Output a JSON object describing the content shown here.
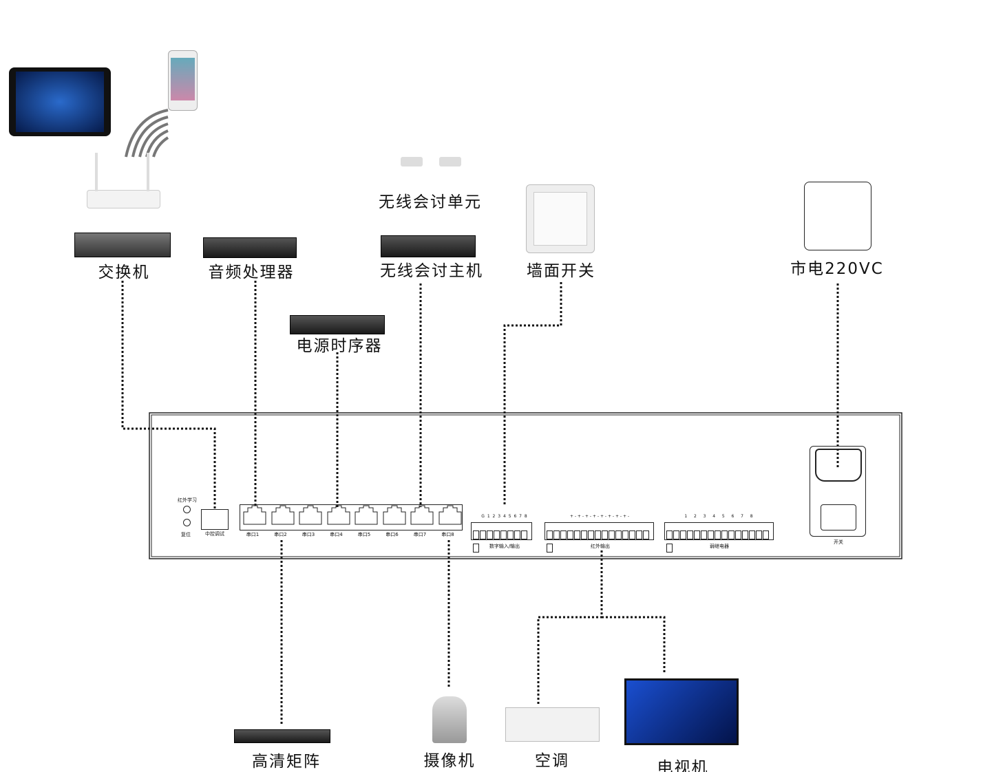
{
  "devices": {
    "switch": "交换机",
    "audio_processor": "音频处理器",
    "wireless_unit": "无线会讨单元",
    "wireless_host": "无线会讨主机",
    "wall_switch": "墙面开关",
    "mains": "市电220VC",
    "power_sequencer": "电源时序器",
    "hd_matrix": "高清矩阵",
    "camera": "摄像机",
    "air_conditioner": "空调",
    "tv": "电视机"
  },
  "panel": {
    "ir_learn": "红外学习",
    "reset": "复位",
    "debug_port": "中控调试",
    "serial_ports": [
      "串口1",
      "串口2",
      "串口3",
      "串口4",
      "串口5",
      "串口6",
      "串口7",
      "串口8"
    ],
    "digital_io_pins": "G 1 2 3 4 5 6 7 8",
    "digital_io": "数字输入/输出",
    "ir_out_pins": "+ - + - + - + - + - + - + - + -",
    "ir_out": "红外输出",
    "relay_pins": "1  2  3  4  5  6  7  8",
    "relay": "弱继电器",
    "power_switch": "开关"
  }
}
